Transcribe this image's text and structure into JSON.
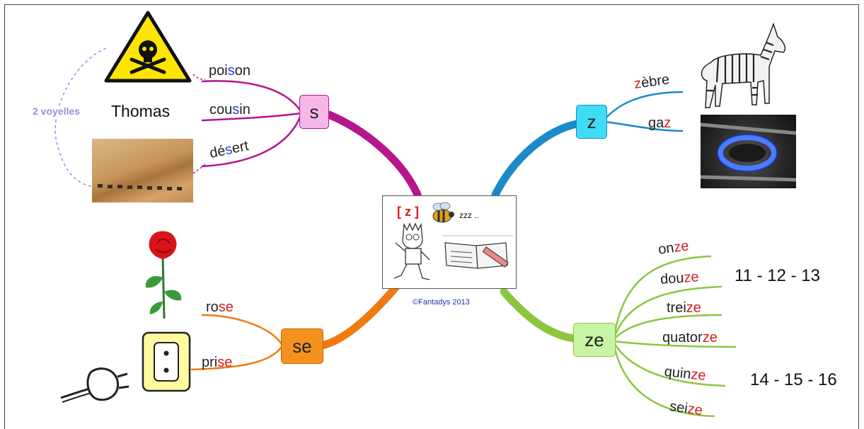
{
  "center": {
    "phoneme": "[ z ]",
    "sound": "zzz ..",
    "credit": "©Fantadys 2013"
  },
  "colors": {
    "s_branch": "#b4168c",
    "z_branch": "#1a8ac8",
    "se_branch": "#f07a10",
    "ze_branch": "#8cc63f",
    "highlight_red": "#d02020",
    "highlight_blue": "#2a3fd0",
    "vowels_label": "#9b8be0"
  },
  "nodes": {
    "s": "s",
    "z": "z",
    "se": "se",
    "ze": "ze"
  },
  "s_words": [
    {
      "pre": "poi",
      "hl": "s",
      "post": "on"
    },
    {
      "pre": "cou",
      "hl": "s",
      "post": "in"
    },
    {
      "pre": "dé",
      "hl": "s",
      "post": "ert"
    }
  ],
  "vowels_note": "2 voyelles",
  "name_label": "Thomas",
  "z_words": [
    {
      "pre": "",
      "hl": "z",
      "post": "èbre"
    },
    {
      "pre": "ga",
      "hl": "z",
      "post": ""
    }
  ],
  "se_words": [
    {
      "pre": "ro",
      "hl": "se",
      "post": ""
    },
    {
      "pre": "pri",
      "hl": "se",
      "post": ""
    }
  ],
  "ze_words": [
    {
      "pre": "on",
      "hl": "ze",
      "post": ""
    },
    {
      "pre": "dou",
      "hl": "ze",
      "post": ""
    },
    {
      "pre": "trei",
      "hl": "ze",
      "post": ""
    },
    {
      "pre": "quator",
      "hl": "ze",
      "post": ""
    },
    {
      "pre": "quin",
      "hl": "ze",
      "post": ""
    },
    {
      "pre": "sei",
      "hl": "ze",
      "post": ""
    }
  ],
  "numbers": {
    "group1": "11 - 12 - 13",
    "group2": "14 - 15 - 16"
  },
  "pictures": [
    "poison-sign",
    "desert-camels",
    "zebra",
    "gas-flame",
    "rose",
    "wall-socket",
    "plug",
    "cartoon-boy",
    "bee",
    "notebook-pencil"
  ]
}
